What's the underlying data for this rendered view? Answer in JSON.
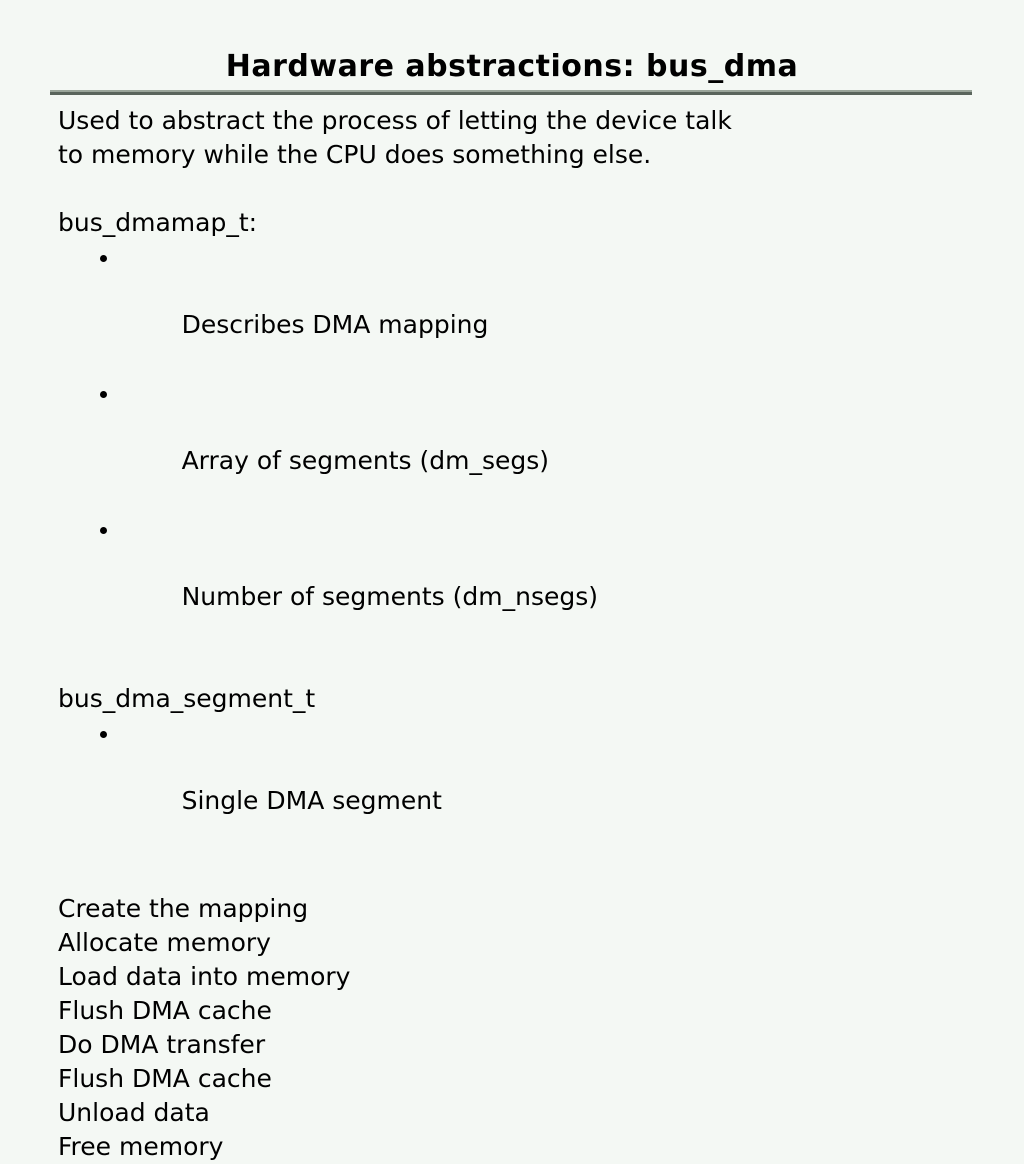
{
  "slide": {
    "title": "Hardware abstractions: bus_dma",
    "background_color": "#f4f8f4",
    "text_color": "#000000",
    "rule_color_light": "#9aa59a",
    "rule_color_dark": "#5a655c",
    "intro": {
      "line1": "Used to abstract the process of letting the device talk",
      "line2": "to memory while the CPU does something else."
    },
    "sections": [
      {
        "heading": "bus_dmamap_t:",
        "bullets": [
          "Describes DMA mapping",
          "Array of segments (dm_segs)",
          "Number of segments (dm_nsegs)"
        ]
      },
      {
        "heading": "bus_dma_segment_t",
        "bullets": [
          "Single DMA segment"
        ]
      }
    ],
    "steps": [
      "Create the mapping",
      "Allocate memory",
      "Load data into memory",
      "Flush DMA cache",
      "Do DMA transfer",
      "Flush DMA cache",
      "Unload data",
      "Free memory"
    ]
  }
}
